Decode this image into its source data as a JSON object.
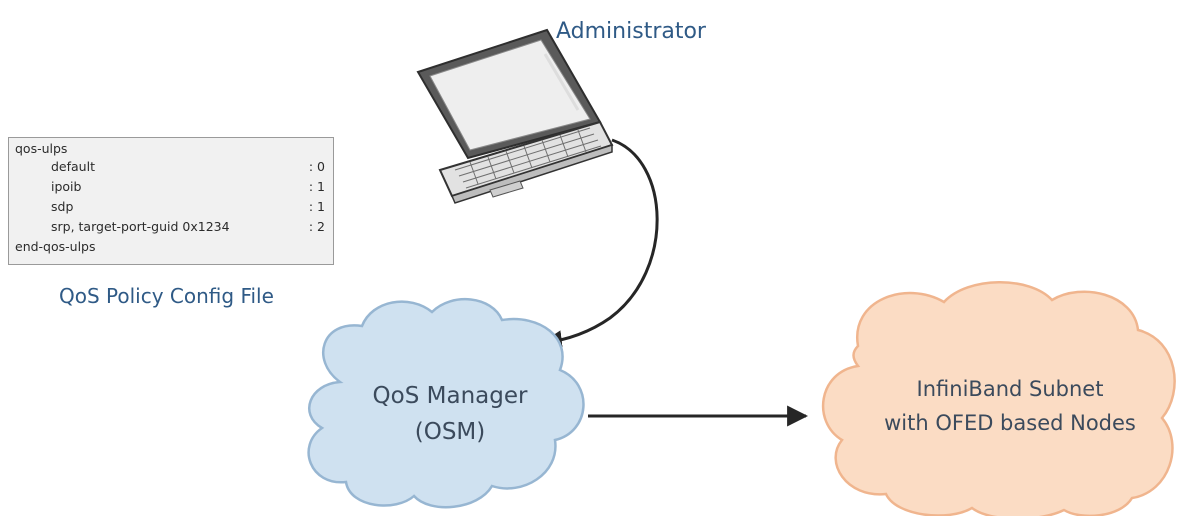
{
  "config_file": {
    "caption": "QoS Policy Config File",
    "header": "qos-ulps",
    "entries": [
      {
        "name": "default",
        "value": ": 0"
      },
      {
        "name": "ipoib",
        "value": ": 1"
      },
      {
        "name": "sdp",
        "value": ": 1"
      },
      {
        "name": "srp, target-port-guid 0x1234",
        "value": ": 2"
      }
    ],
    "footer": "end-qos-ulps"
  },
  "administrator": {
    "label": "Administrator",
    "icon": "laptop-icon"
  },
  "qos_manager": {
    "line1": "QoS Manager",
    "line2": "(OSM)",
    "fill_color": "#cfe1f0",
    "stroke_color": "#97b6d2"
  },
  "subnet": {
    "line1": "InfiniBand Subnet",
    "line2": "with OFED based Nodes",
    "fill_color": "#fbdcc4",
    "stroke_color": "#f0b58e"
  },
  "colors": {
    "label_blue": "#2f5a86",
    "arrow": "#262626"
  }
}
